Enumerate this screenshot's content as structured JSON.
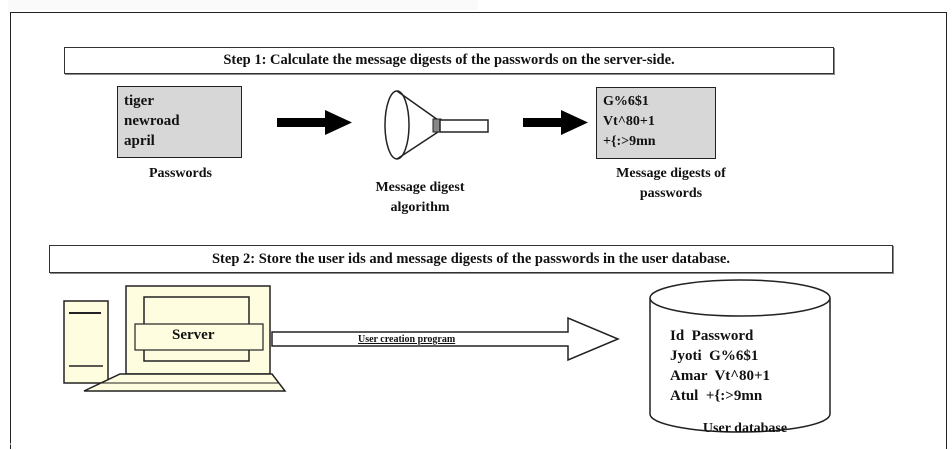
{
  "step1": {
    "label": "Step 1: Calculate the message digests of the passwords on the server-side."
  },
  "step2": {
    "label": "Step 2: Store the user ids and message digests of the passwords in the user database."
  },
  "passwords": {
    "lines": [
      "tiger",
      "newroad",
      "april"
    ],
    "caption": "Passwords"
  },
  "algorithm": {
    "caption_line1": "Message digest",
    "caption_line2": "algorithm"
  },
  "digests": {
    "lines": [
      "G%6$1",
      "Vt^80+1",
      "+{:>9mn"
    ],
    "caption_line1": "Message digests of",
    "caption_line2": "passwords"
  },
  "server": {
    "label": "Server"
  },
  "program": {
    "label": "User creation program"
  },
  "database": {
    "rows": [
      "Id  Password",
      "Jyoti  G%6$1",
      "Amar  Vt^80+1",
      "Atul  +{:>9mn"
    ],
    "caption": "User database"
  },
  "colors": {
    "box_fill": "#d7d7d7",
    "stroke": "#222222",
    "arrow": "#000000"
  }
}
